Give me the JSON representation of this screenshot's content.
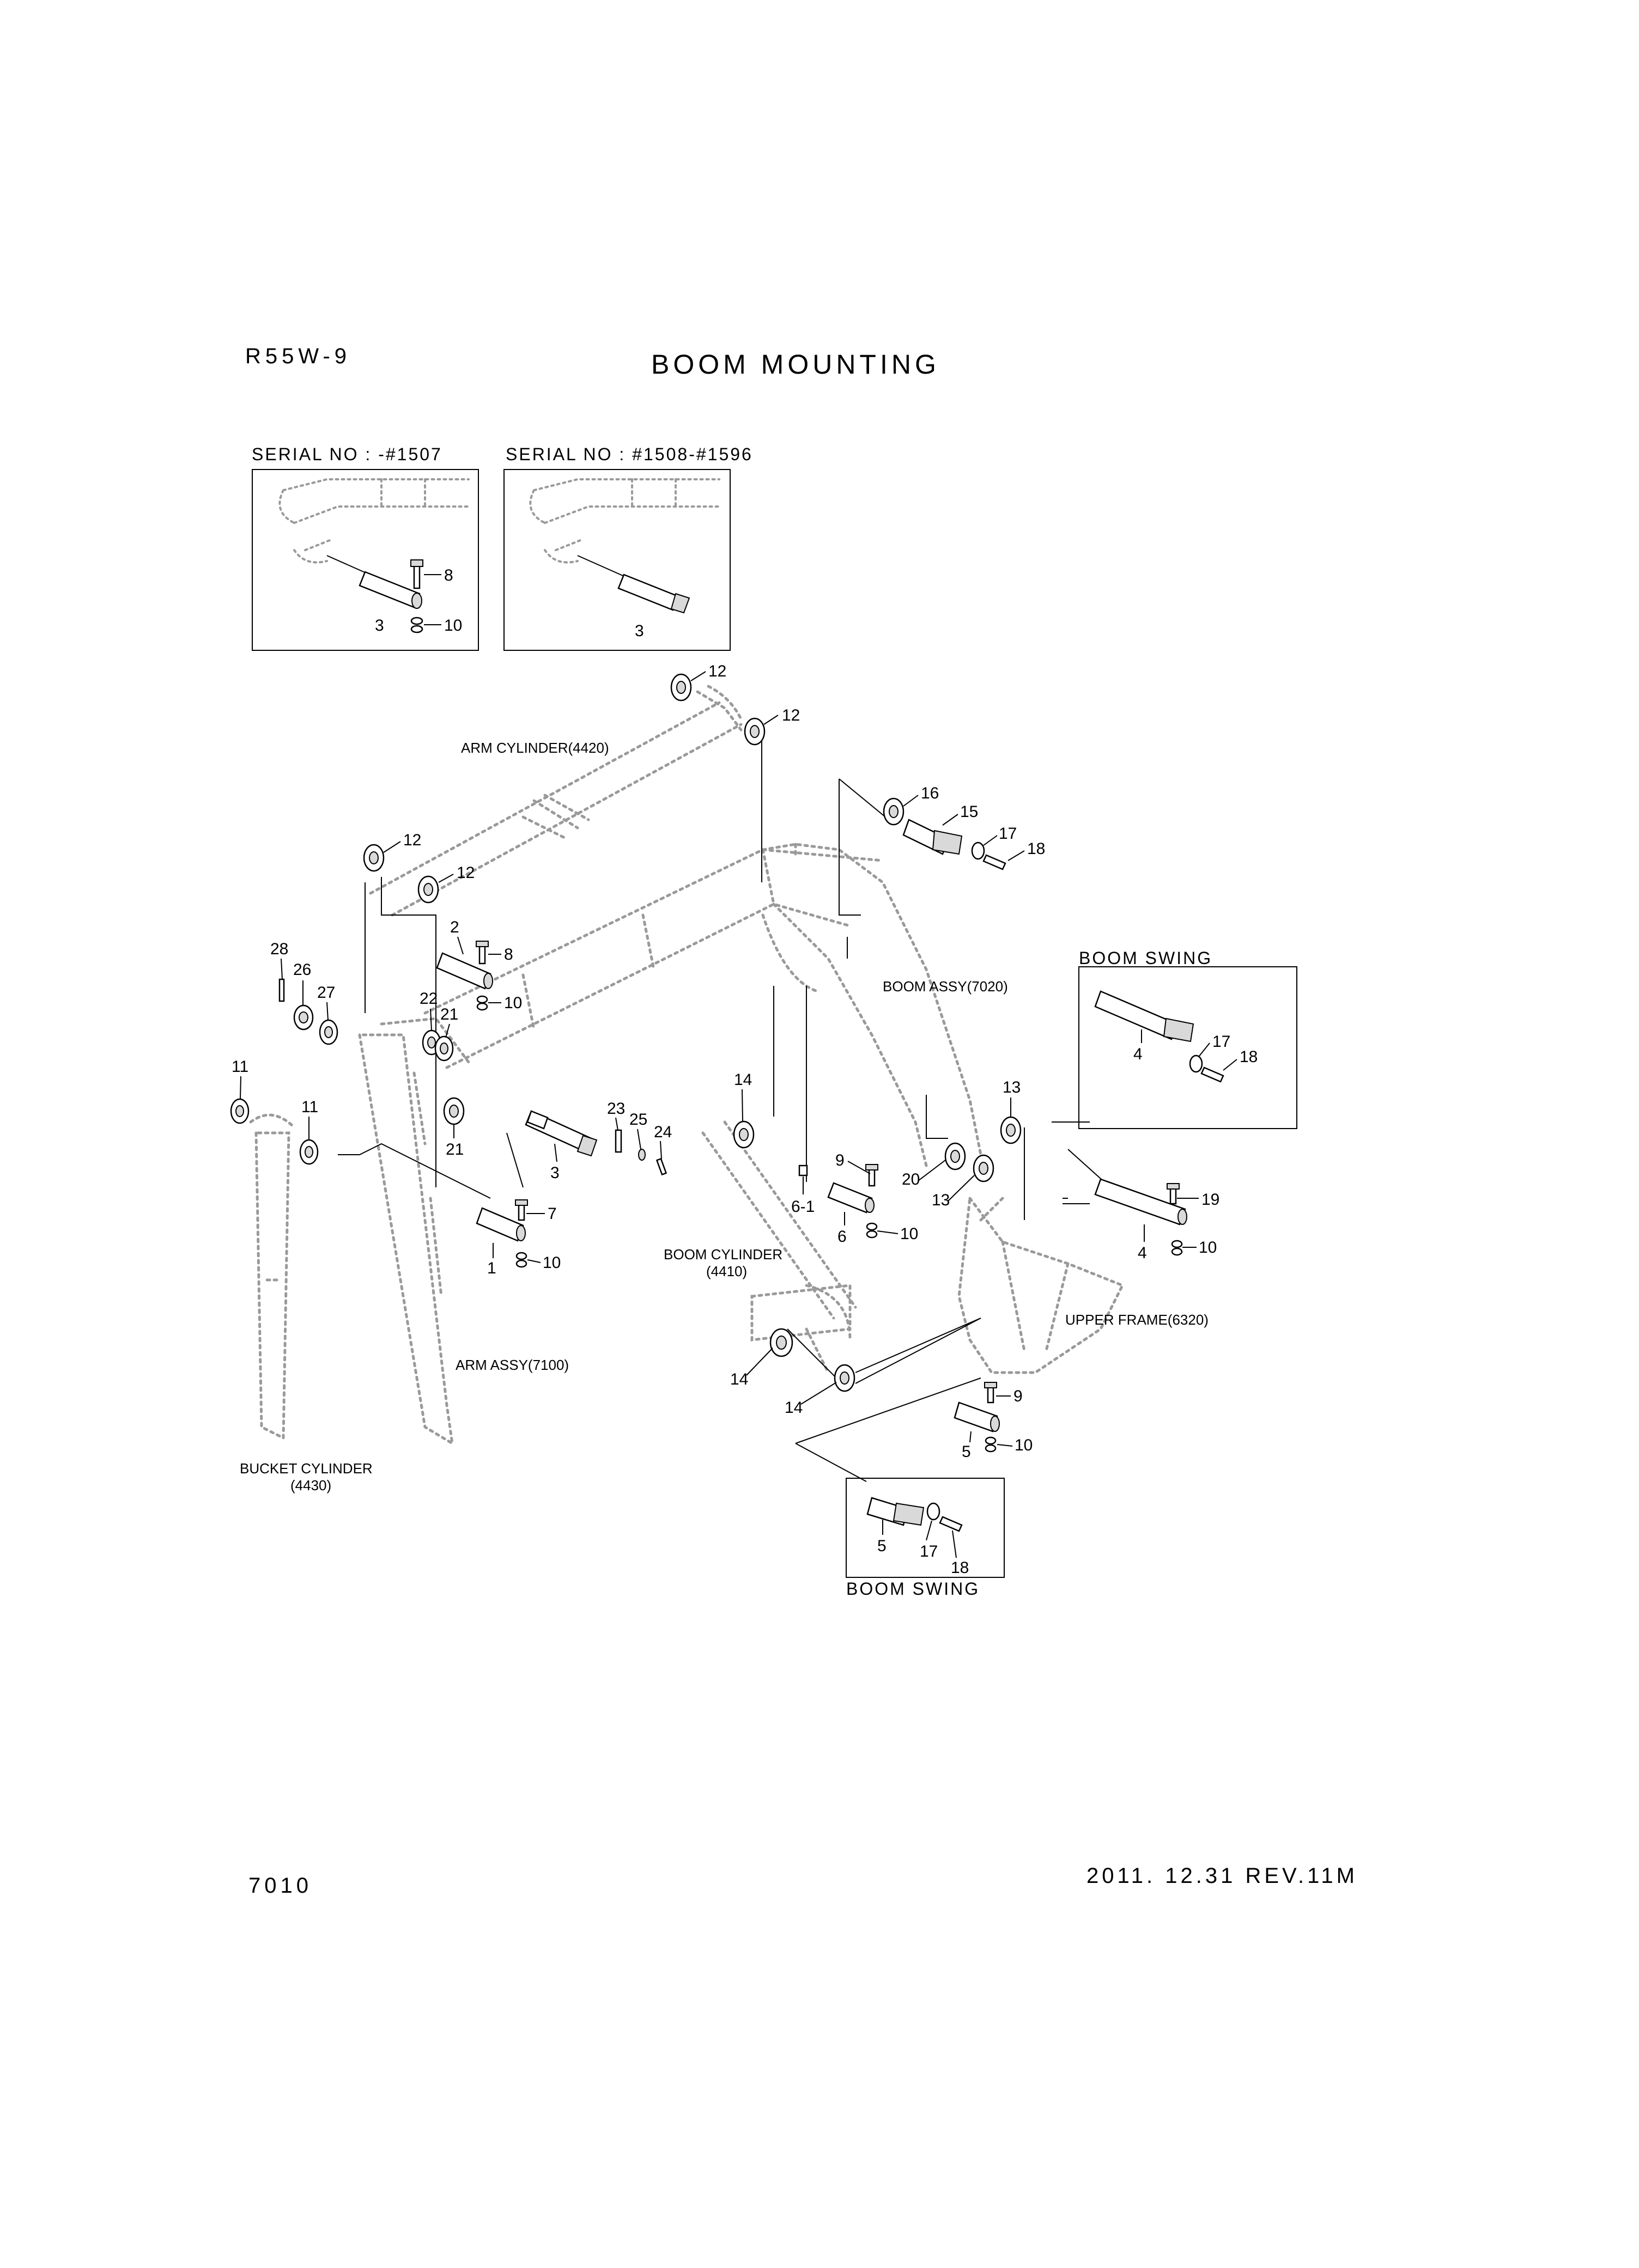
{
  "header": {
    "model": "R55W-9",
    "title": "BOOM MOUNTING"
  },
  "footer": {
    "page": "7010",
    "revision": "2011. 12.31 REV.11M"
  },
  "insets": {
    "serial_1": "SERIAL NO : -#1507",
    "serial_2": "SERIAL NO : #1508-#1596",
    "boom_swing_upper": "BOOM SWING",
    "boom_swing_lower": "BOOM SWING"
  },
  "assembly_labels": {
    "arm_cylinder": "ARM CYLINDER(4420)",
    "boom_assy": "BOOM ASSY(7020)",
    "boom_cylinder_1": "BOOM CYLINDER",
    "boom_cylinder_2": "(4410)",
    "upper_frame": "UPPER FRAME(6320)",
    "arm_assy": "ARM ASSY(7100)",
    "bucket_cylinder_1": "BUCKET CYLINDER",
    "bucket_cylinder_2": "(4430)"
  },
  "callouts": {
    "c1": "1",
    "c2": "2",
    "c3a": "3",
    "c3b": "3",
    "c3c": "3",
    "c4a": "4",
    "c4b": "4",
    "c5a": "5",
    "c5b": "5",
    "c6": "6",
    "c6_1": "6-1",
    "c7": "7",
    "c8a": "8",
    "c8b": "8",
    "c9a": "9",
    "c9b": "9",
    "c10a": "10",
    "c10b": "10",
    "c10c": "10",
    "c10d": "10",
    "c10e": "10",
    "c10f": "10",
    "c11a": "11",
    "c11b": "11",
    "c12a": "12",
    "c12b": "12",
    "c12c": "12",
    "c12d": "12",
    "c13a": "13",
    "c13b": "13",
    "c14a": "14",
    "c14b": "14",
    "c14c": "14",
    "c15": "15",
    "c16": "16",
    "c17a": "17",
    "c17b": "17",
    "c17c": "17",
    "c18a": "18",
    "c18b": "18",
    "c18c": "18",
    "c19": "19",
    "c20": "20",
    "c21a": "21",
    "c21b": "21",
    "c22": "22",
    "c23": "23",
    "c24": "24",
    "c25": "25",
    "c26": "26",
    "c27": "27",
    "c28": "28"
  }
}
